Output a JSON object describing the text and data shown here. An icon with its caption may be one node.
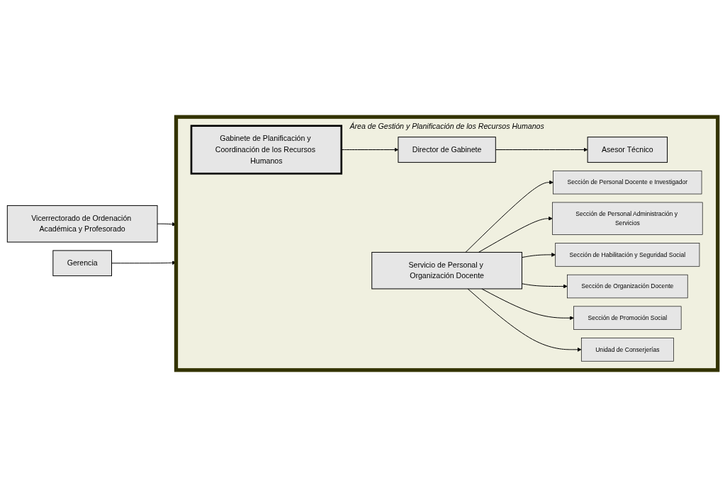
{
  "diagram": {
    "nodes": [
      {
        "text": [
          "Vicerrectorado de Ordenación Académica y Profesorado"
        ]
      },
      {
        "text": [
          "Gerencia"
        ]
      },
      {
        "text": [
          "Área de Gestión y Planificación de los Recursos Humanos"
        ]
      },
      {
        "text": [
          "Gabinete de Planificación y Coordinación de los Recursos Humanos"
        ],
        "in": 2
      },
      {
        "text": [
          "Director de Gabinete"
        ],
        "in": 2
      },
      {
        "text": [
          "Asesor Técnico"
        ],
        "in": 2
      },
      {
        "text": [
          "Servicio de Personal y Organización Docente"
        ],
        "in": 2
      },
      {
        "text": [
          "Sección de Personal Docente e Investigador"
        ],
        "in": 2
      },
      {
        "text": [
          "Sección de Personal Administración y Servicios"
        ],
        "in": 2
      },
      {
        "text": [
          "Sección de Habilitación y Seguridad Social"
        ],
        "in": 2
      },
      {
        "text": [
          "Sección de Organización Docente"
        ],
        "in": 2
      },
      {
        "text": [
          "Sección de Promoción Social"
        ],
        "in": 2
      },
      {
        "text": [
          "Unidad de Conserjerías"
        ],
        "in": 2
      }
    ],
    "edges": [
      {
        "from": 0,
        "to": 2,
        "arrow": "to"
      },
      {
        "from": 1,
        "to": 2,
        "arrow": "to"
      },
      {
        "from": 3,
        "to": 4,
        "arrow": "to"
      },
      {
        "from": 4,
        "to": 5,
        "arrow": "to"
      },
      {
        "from": 6,
        "to": 7,
        "arrow": "to"
      },
      {
        "from": 6,
        "to": 8,
        "arrow": "to"
      },
      {
        "from": 6,
        "to": 9,
        "arrow": "to"
      },
      {
        "from": 6,
        "to": 10,
        "arrow": "to"
      },
      {
        "from": 6,
        "to": 11,
        "arrow": "to"
      },
      {
        "from": 6,
        "to": 12,
        "arrow": "to"
      }
    ]
  }
}
